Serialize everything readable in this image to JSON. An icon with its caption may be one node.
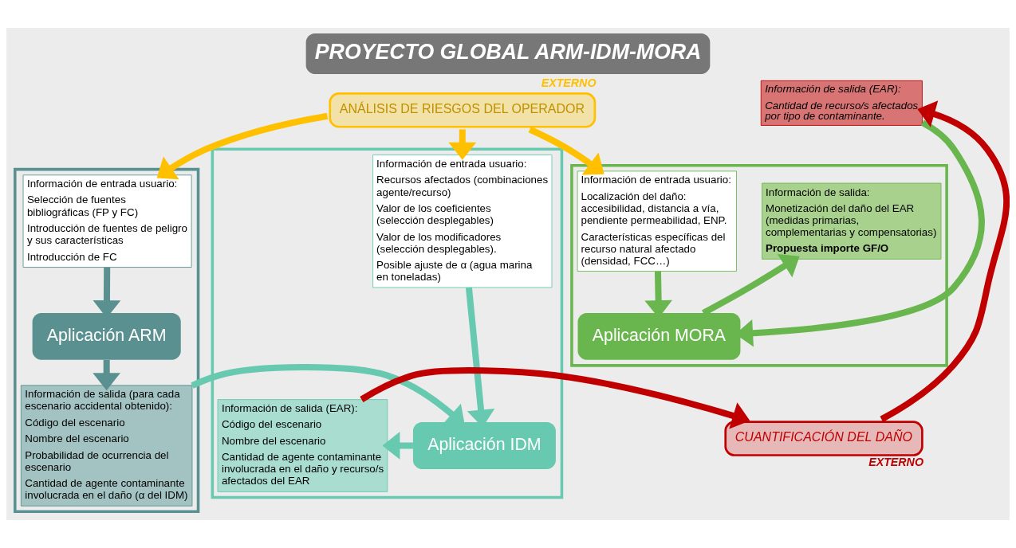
{
  "diagram": {
    "title": "PROYECTO GLOBAL ARM-IDM-MORA",
    "nodes": [
      {
        "text": [],
        "shape": "box"
      },
      {
        "text": [
          "Información de entrada usuario:",
          "Selección de fuentes bibliográficas (FP y FC)",
          "Introducción de fuentes de peligro y sus características",
          "Introducción de FC"
        ],
        "in": 0
      },
      {
        "text": [
          "Aplicación ARM"
        ],
        "in": 0
      },
      {
        "text": [
          "Información de salida (para cada escenario accidental obtenido):",
          "Código del escenario",
          "Nombre del escenario",
          "Probabilidad de ocurrencia del escenario",
          "Cantidad de agente contaminante involucrada en el daño (α del IDM)"
        ],
        "in": 0
      },
      {
        "text": [
          "ANÁLISIS DE RIESGOS DEL OPERADOR"
        ],
        "beside": [
          "EXTERNO"
        ]
      },
      {
        "text": [],
        "shape": "box"
      },
      {
        "text": [
          "Información de entrada usuario:",
          "Recursos afectados (combinaciones agente/recurso)",
          "Valor de los coeficientes (selección desplegables)",
          "Valor de los modificadores (selección desplegables).",
          "Posible ajuste de α (agua marina en toneladas)"
        ],
        "in": 5
      },
      {
        "text": [
          "Aplicación IDM"
        ],
        "in": 5
      },
      {
        "text": [
          "Información de salida (EAR):",
          "Código del escenario",
          "Nombre del escenario",
          "Cantidad de agente contaminante involucrada en el daño y recurso/s afectados del EAR"
        ],
        "in": 5
      },
      {
        "text": [],
        "shape": "box"
      },
      {
        "text": [
          "Información de salida:",
          "Monetización del daño del EAR (medidas primarias, complementarias y compensatorias)",
          "Propuesta importe GF/O"
        ],
        "in": 9
      },
      {
        "text": [
          "Información de entrada usuario:",
          "Localización del daño: accesibilidad, distancia a vía, pendiente permeabilidad, ENP.",
          "Características específicas del recurso natural afectado (densidad, FCC…)"
        ],
        "in": 9
      },
      {
        "text": [
          "Aplicación MORA"
        ],
        "in": 9
      },
      {
        "text": [
          "Información de salida (EAR):",
          "Cantidad de recurso/s afectados por tipo de contaminante."
        ]
      },
      {
        "text": [
          "CUANTIFICACIÓN DEL DAÑO"
        ],
        "beside": [
          "EXTERNO"
        ]
      }
    ],
    "edges": [
      {
        "from": 4,
        "to": 1,
        "arrow": "to",
        "color": "#ffc000"
      },
      {
        "from": 4,
        "to": 11,
        "arrow": "to",
        "color": "#ffc000"
      },
      {
        "from": 4,
        "to": 6,
        "arrow": "to",
        "color": "#ffc000"
      },
      {
        "from": 1,
        "to": 2,
        "arrow": "to",
        "color": "#5b9090"
      },
      {
        "from": 2,
        "to": 3,
        "arrow": "to",
        "color": "#5b9090"
      },
      {
        "from": 3,
        "to": 7,
        "arrow": "to",
        "color": "#66c9b0"
      },
      {
        "from": 6,
        "to": 7,
        "arrow": "to",
        "color": "#66c9b0"
      },
      {
        "from": 7,
        "to": 8,
        "arrow": "to",
        "color": "#66c9b0"
      },
      {
        "from": 8,
        "to": 14,
        "arrow": "to",
        "color": "#c00000"
      },
      {
        "from": 14,
        "to": 13,
        "arrow": "to",
        "color": "#c00000"
      },
      {
        "from": 13,
        "to": 12,
        "arrow": "to",
        "color": "#6ab64e"
      },
      {
        "from": 11,
        "to": 12,
        "arrow": "to",
        "color": "#6ab64e"
      },
      {
        "from": 12,
        "to": 10,
        "arrow": "to",
        "color": "#6ab64e"
      }
    ]
  }
}
